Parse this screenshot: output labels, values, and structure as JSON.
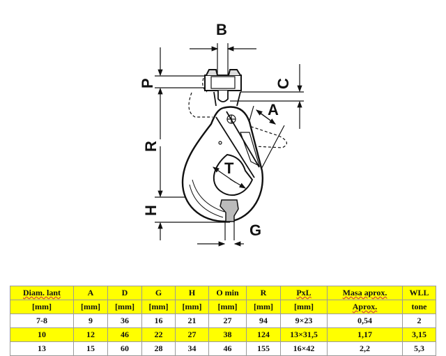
{
  "diagram": {
    "labels": {
      "B": "B",
      "P": "P",
      "C": "C",
      "A": "A",
      "R": "R",
      "T": "T",
      "H": "H",
      "G": "G"
    }
  },
  "table": {
    "header1": [
      "Diam. lant",
      "A",
      "D",
      "G",
      "H",
      "O min",
      "R",
      "PxL",
      "Masa aprox.",
      "WLL"
    ],
    "header2": [
      "[mm]",
      "[mm]",
      "[mm]",
      "[mm]",
      "[mm]",
      "[mm]",
      "[mm]",
      "[mm]",
      "Aprox.",
      "tone"
    ],
    "rows": [
      [
        "7-8",
        "9",
        "36",
        "16",
        "21",
        "27",
        "94",
        "9×23",
        "0,54",
        "2"
      ],
      [
        "10",
        "12",
        "46",
        "22",
        "27",
        "38",
        "124",
        "13×31,5",
        "1,17",
        "3,15"
      ],
      [
        "13",
        "15",
        "60",
        "28",
        "34",
        "46",
        "155",
        "16×42",
        "2,2",
        "5,3"
      ]
    ],
    "highlight_color": "#ffff00"
  }
}
